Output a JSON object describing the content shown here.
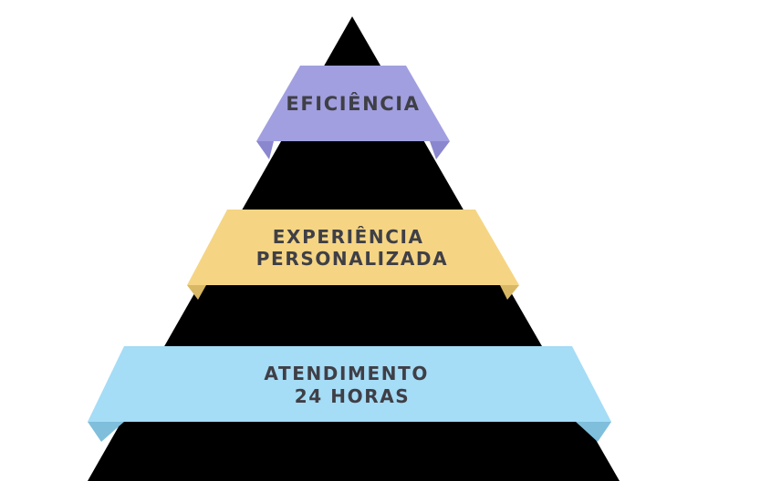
{
  "diagram": {
    "type": "pyramid",
    "levels": [
      {
        "id": "top",
        "lines": [
          "EFICIÊNCIA"
        ],
        "color": "#a19fe0",
        "shade": "#8a87cf"
      },
      {
        "id": "middle",
        "lines": [
          "EXPERIÊNCIA",
          "PERSONALIZADA"
        ],
        "color": "#f5d584",
        "shade": "#d9b865"
      },
      {
        "id": "bottom",
        "lines": [
          "ATENDIMENTO",
          "24 HORAS"
        ],
        "color": "#a5dcf6",
        "shade": "#7fbfdc"
      }
    ],
    "pyramid_color": "#000000",
    "text_color": "#3f3f46"
  }
}
